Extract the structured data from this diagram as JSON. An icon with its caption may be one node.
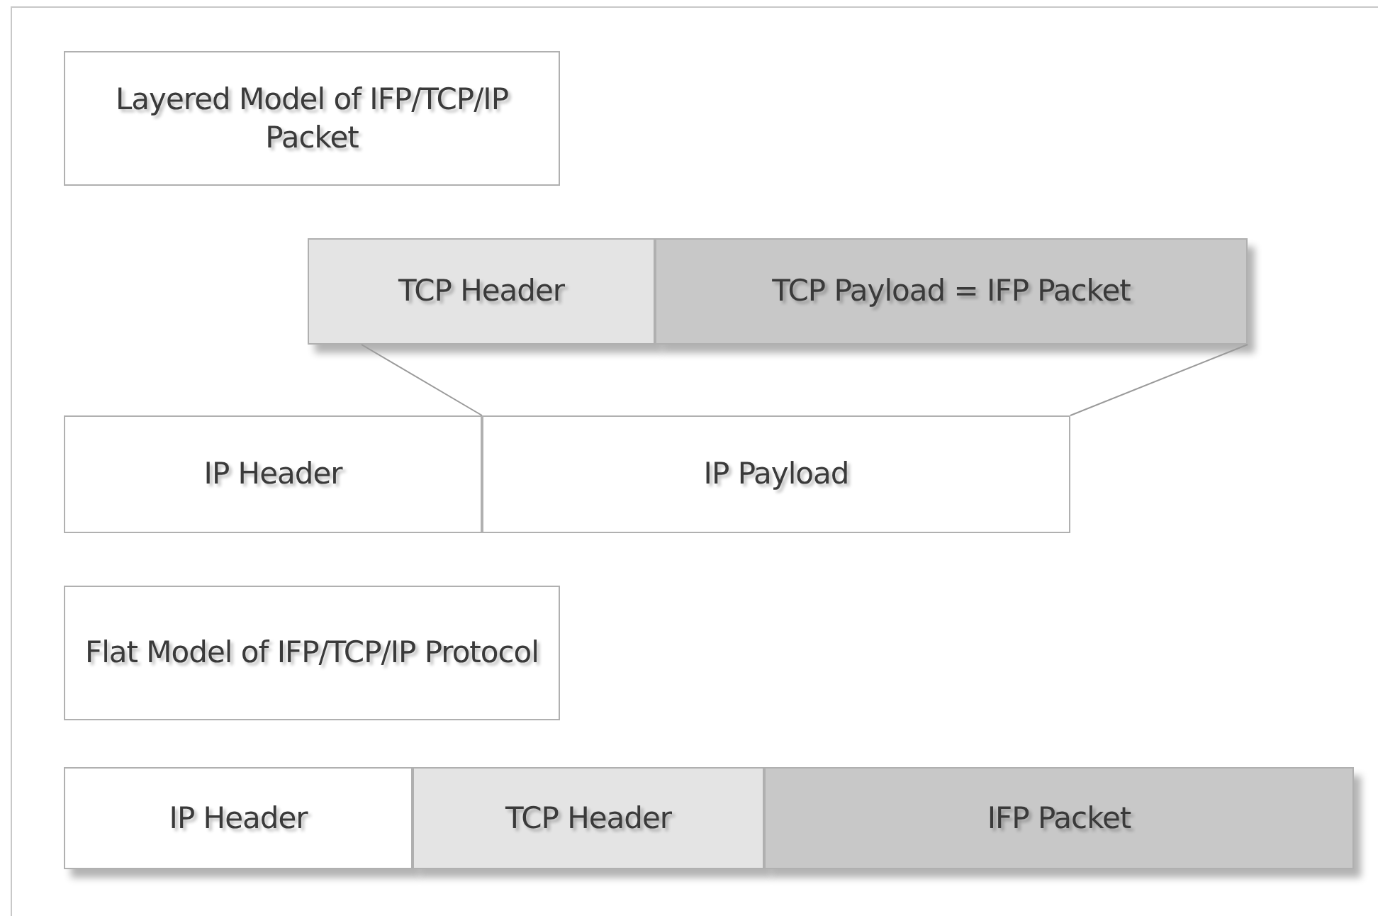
{
  "diagram": {
    "nodes": [
      {
        "text": [
          "Layered Model of IFP/TCP/IP Packet"
        ]
      },
      {
        "text": [
          "TCP Header"
        ]
      },
      {
        "text": [
          "TCP Payload = IFP Packet"
        ]
      },
      {
        "text": [
          "IP Header"
        ]
      },
      {
        "text": [
          "IP Payload"
        ]
      },
      {
        "text": [
          "Flat Model of IFP/TCP/IP Protocol"
        ]
      },
      {
        "text": [
          "IP Header"
        ]
      },
      {
        "text": [
          "TCP Header"
        ]
      },
      {
        "text": [
          "IFP Packet"
        ]
      }
    ],
    "edges": [
      {
        "from": 1,
        "to": 4,
        "arrow": "none"
      },
      {
        "from": 2,
        "to": 4,
        "arrow": "none"
      }
    ]
  }
}
